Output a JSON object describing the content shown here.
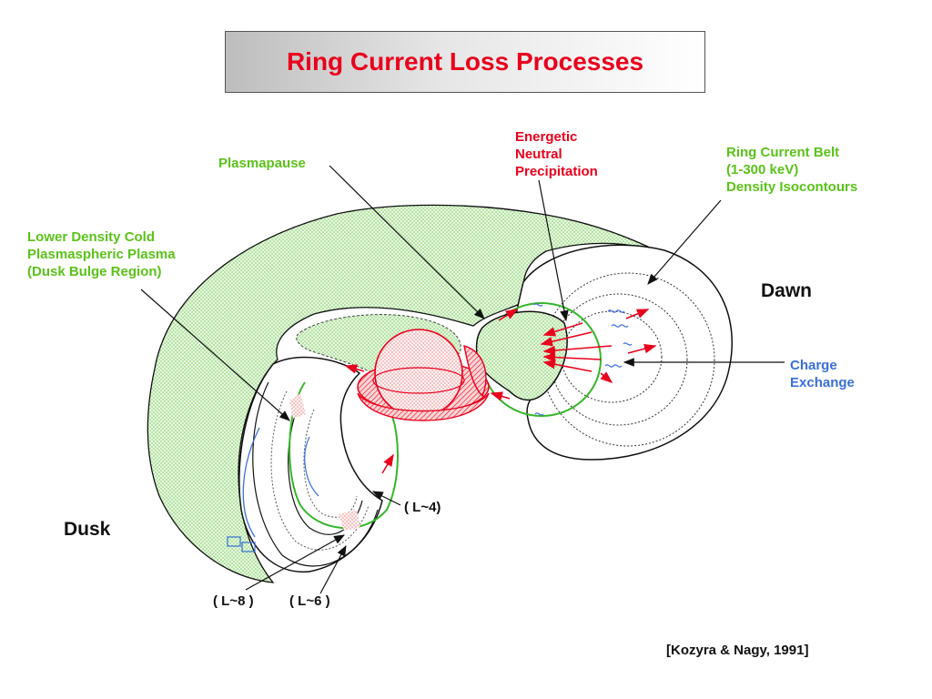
{
  "title": "Ring Current Loss Processes",
  "labels": {
    "plasmapause": "Plasmapause",
    "energetic": [
      "Energetic",
      "Neutral",
      "Precipitation"
    ],
    "ring_current": [
      "Ring Current Belt",
      "(1-300 keV)",
      "Density Isocontours"
    ],
    "lower_density": [
      "Lower Density Cold",
      "Plasmaspheric Plasma",
      "(Dusk Bulge Region)"
    ],
    "dawn": "Dawn",
    "dusk": "Dusk",
    "charge_exchange": [
      "Charge",
      "Exchange"
    ],
    "l4": "( L~4)",
    "l8": "( L~8 )",
    "l6": "( L~6 )",
    "citation": "[Kozyra & Nagy, 1991]"
  },
  "colors": {
    "title": "#e8001c",
    "green_label": "#5bc21a",
    "red_label": "#e8001c",
    "blue_label": "#3a6fd8",
    "torus_fill": "#cdeec0",
    "green_line": "#36b52a",
    "red_line": "#e8001c",
    "blue_line": "#3a6fd8"
  }
}
